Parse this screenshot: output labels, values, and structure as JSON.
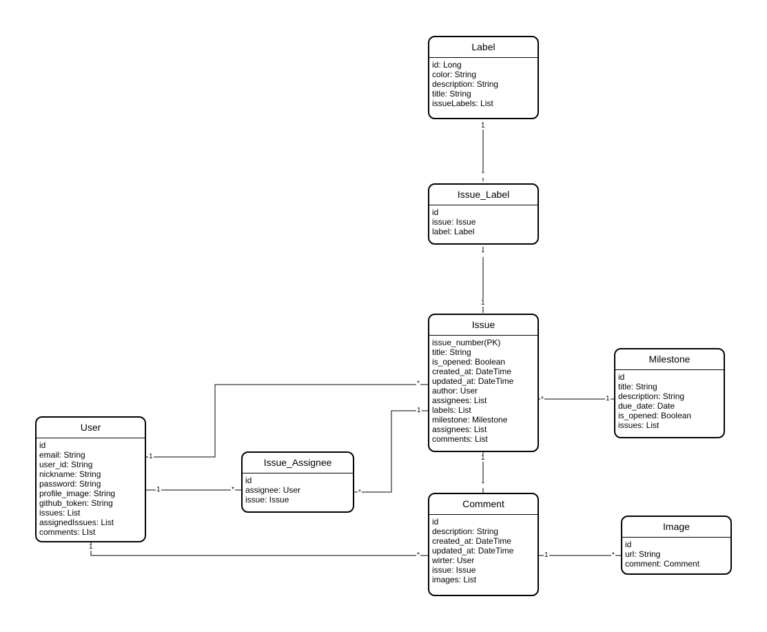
{
  "entities": {
    "label": {
      "title": "Label",
      "attributes": [
        "id: Long",
        "color: String",
        "description: String",
        "title: String",
        "issueLabels: List"
      ]
    },
    "issue_label": {
      "title": "Issue_Label",
      "attributes": [
        "id",
        "issue: Issue",
        "label: Label"
      ]
    },
    "issue": {
      "title": "Issue",
      "attributes": [
        "issue_number(PK)",
        "title: String",
        "is_opened: Boolean",
        "created_at: DateTime",
        "updated_at: DateTime",
        "author: User",
        "assignees: List",
        "labels: List",
        "milestone: Milestone",
        "assignees: List",
        "comments: List"
      ]
    },
    "milestone": {
      "title": "Milestone",
      "attributes": [
        "id",
        "title: String",
        "description: String",
        "due_date: Date",
        "is_opened: Boolean",
        "issues: List"
      ]
    },
    "user": {
      "title": "User",
      "attributes": [
        "id",
        "email: String",
        "user_id: String",
        "nickname: String",
        "password: String",
        "profile_image: String",
        "github_token: String",
        "issues: List",
        "assignedIssues: List",
        "comments: LIst"
      ]
    },
    "issue_assignee": {
      "title": "Issue_Assignee",
      "attributes": [
        "id",
        "assignee: User",
        "issue: Issue"
      ]
    },
    "comment": {
      "title": "Comment",
      "attributes": [
        "id",
        "description: String",
        "created_at: DateTime",
        "updated_at: DateTime",
        "wirter: User",
        "issue: Issue",
        "images: List"
      ]
    },
    "image": {
      "title": "Image",
      "attributes": [
        "id",
        "url: String",
        "comment: Comment"
      ]
    }
  },
  "multiplicities": {
    "label_issue_label_one": "1",
    "label_issue_label_many": "*",
    "issue_label_issue_many": "*",
    "issue_label_issue_one": "1",
    "user_issue_one": "1",
    "user_issue_many": "*",
    "issue_milestone_many": "*",
    "milestone_issue_one": "1",
    "user_assignee_one": "1",
    "user_assignee_many": "*",
    "assignee_issue_many": "*",
    "assignee_issue_one": "1",
    "issue_comment_one": "1",
    "issue_comment_many": "*",
    "user_comment_one": "1",
    "user_comment_many": "*",
    "comment_image_one": "1",
    "comment_image_many": "*"
  }
}
